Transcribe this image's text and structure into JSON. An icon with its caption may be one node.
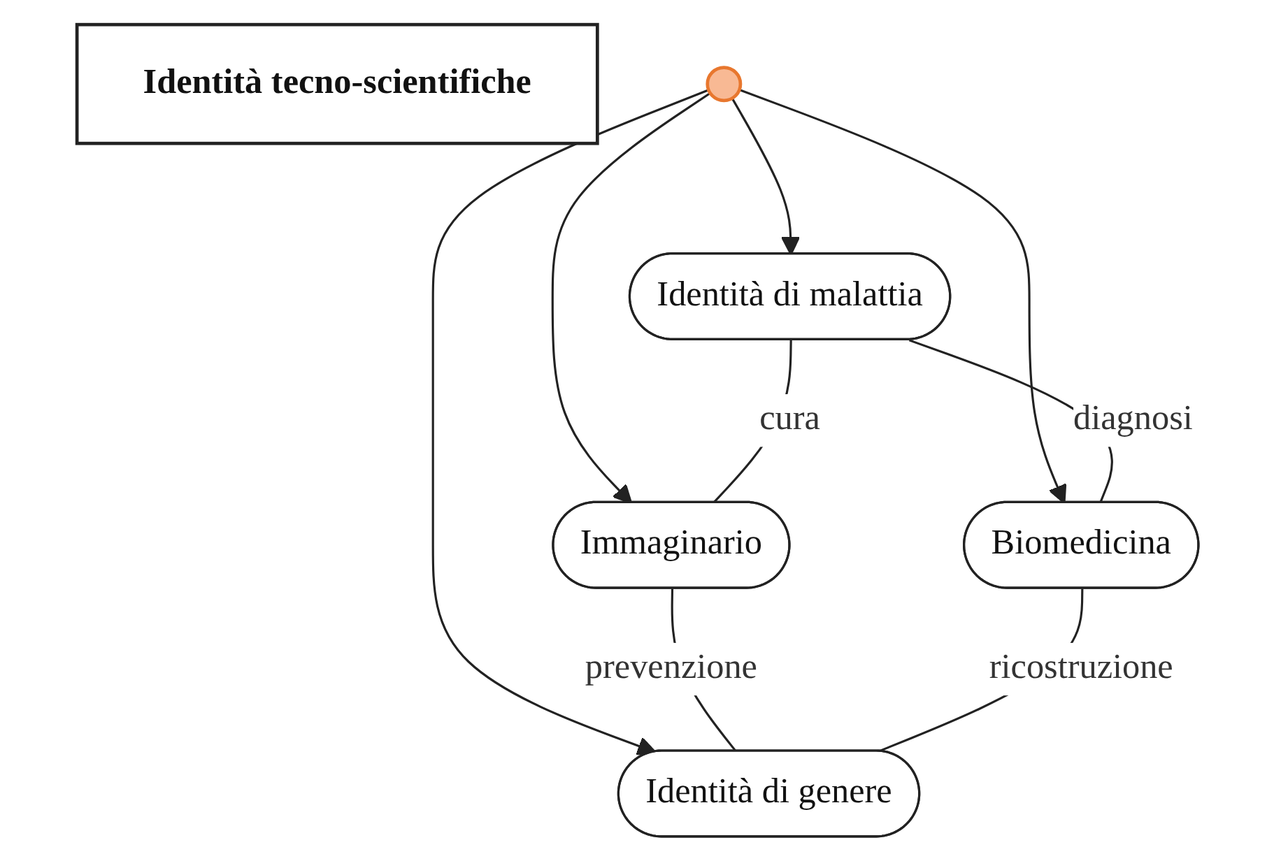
{
  "diagram": {
    "nodes": [
      {
        "text": [
          "Identità di malattia"
        ]
      },
      {
        "text": [
          "Immaginario"
        ]
      },
      {
        "text": [
          "Identità tecno-scientifiche"
        ]
      },
      {
        "text": [],
        "shape": "circle"
      },
      {
        "text": [
          "Biomedicina"
        ]
      },
      {
        "text": [
          "Identità di genere"
        ]
      }
    ],
    "edges": [
      {
        "from": 3,
        "to": 0,
        "arrow": "to"
      },
      {
        "from": 3,
        "to": 1,
        "arrow": "to"
      },
      {
        "from": 3,
        "to": 4,
        "arrow": "to"
      },
      {
        "from": 3,
        "to": 5,
        "arrow": "to"
      },
      {
        "from": 0,
        "to": 1,
        "label": "cura",
        "arrow": "none"
      },
      {
        "from": 0,
        "to": 4,
        "label": "diagnosi",
        "arrow": "none"
      },
      {
        "from": 1,
        "to": 5,
        "label": "prevenzione",
        "arrow": "none"
      },
      {
        "from": 4,
        "to": 5,
        "label": "ricostruzione",
        "arrow": "none"
      }
    ]
  }
}
